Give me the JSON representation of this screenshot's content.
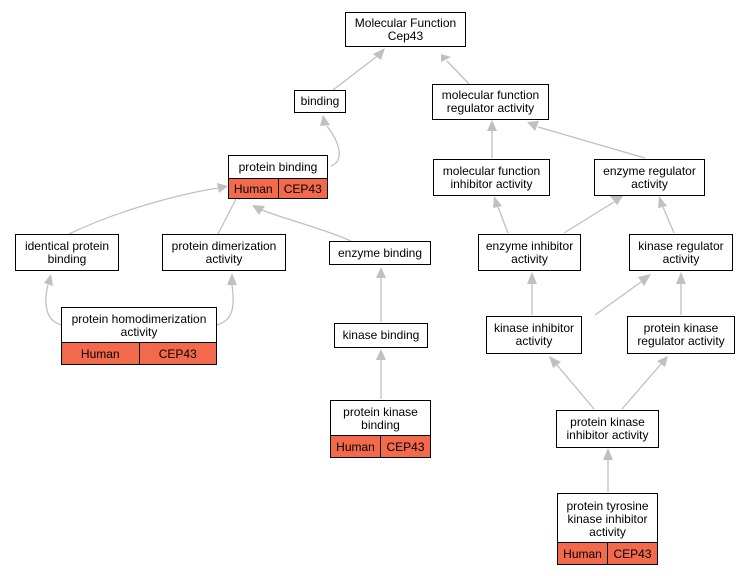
{
  "nodes": {
    "molecular_function_root": {
      "line1": "Molecular Function",
      "line2": "Cep43"
    },
    "binding": {
      "line1": "binding"
    },
    "mf_regulator": {
      "line1": "molecular function",
      "line2": "regulator activity"
    },
    "protein_binding": {
      "line1": "protein binding",
      "organism": "Human",
      "gene": "CEP43"
    },
    "mf_inhibitor": {
      "line1": "molecular function",
      "line2": "inhibitor activity"
    },
    "enzyme_regulator": {
      "line1": "enzyme regulator",
      "line2": "activity"
    },
    "identical_protein_binding": {
      "line1": "identical protein",
      "line2": "binding"
    },
    "protein_dimerization": {
      "line1": "protein dimerization",
      "line2": "activity"
    },
    "enzyme_binding": {
      "line1": "enzyme binding"
    },
    "enzyme_inhibitor": {
      "line1": "enzyme inhibitor",
      "line2": "activity"
    },
    "kinase_regulator": {
      "line1": "kinase regulator",
      "line2": "activity"
    },
    "protein_homodimerization": {
      "line1": "protein homodimerization",
      "line2": "activity",
      "organism": "Human",
      "gene": "CEP43"
    },
    "kinase_binding": {
      "line1": "kinase binding"
    },
    "kinase_inhibitor": {
      "line1": "kinase inhibitor",
      "line2": "activity"
    },
    "protein_kinase_regulator": {
      "line1": "protein kinase",
      "line2": "regulator activity"
    },
    "protein_kinase_binding": {
      "line1": "protein kinase",
      "line2": "binding",
      "organism": "Human",
      "gene": "CEP43"
    },
    "protein_kinase_inhibitor": {
      "line1": "protein kinase",
      "line2": "inhibitor activity"
    },
    "protein_tyrosine_kinase_inhibitor": {
      "line1": "protein tyrosine",
      "line2": "kinase inhibitor",
      "line3": "activity",
      "organism": "Human",
      "gene": "CEP43"
    }
  },
  "colors": {
    "annotation_fill": "#f3694c",
    "edge": "#c0c0c0",
    "border": "#000000"
  }
}
